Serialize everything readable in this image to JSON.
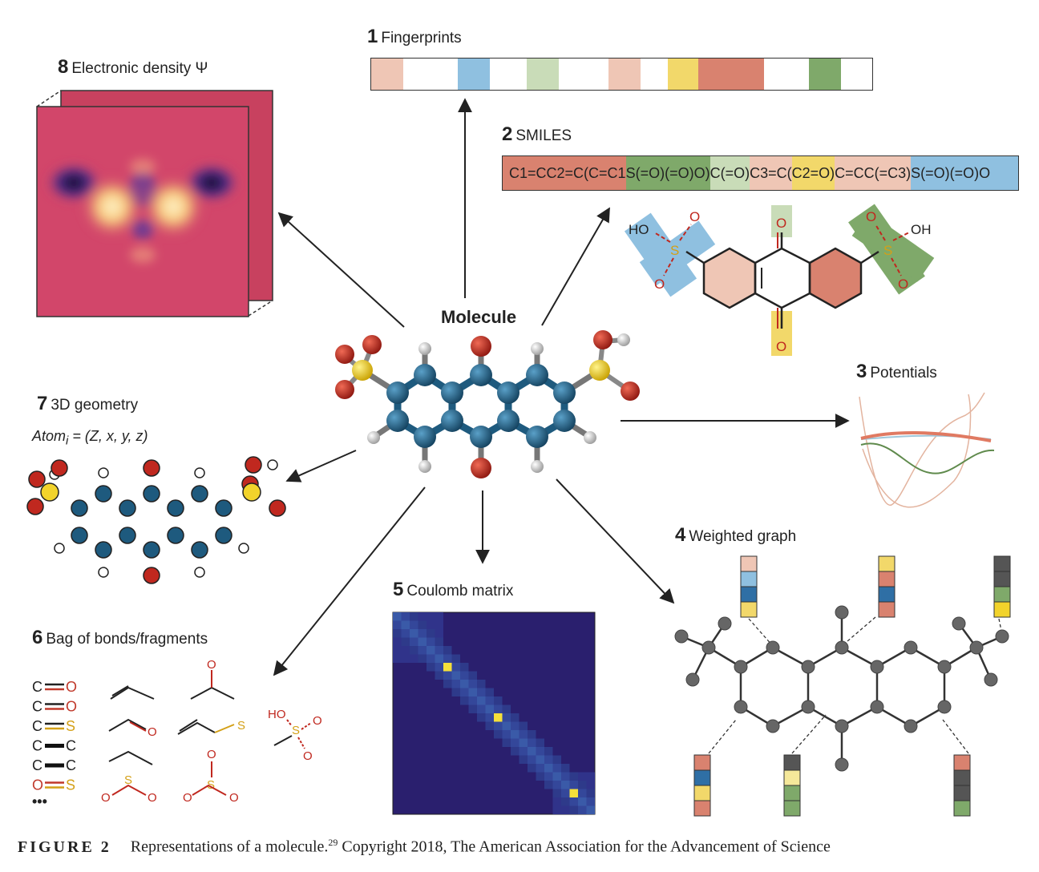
{
  "labels": {
    "fingerprints": {
      "num": "1",
      "text": "Fingerprints"
    },
    "smiles": {
      "num": "2",
      "text": "SMILES"
    },
    "potentials": {
      "num": "3",
      "text": "Potentials"
    },
    "weighted_graph": {
      "num": "4",
      "text": "Weighted graph"
    },
    "coulomb": {
      "num": "5",
      "text": "Coulomb matrix"
    },
    "bag": {
      "num": "6",
      "text": "Bag of bonds/fragments"
    },
    "geometry": {
      "num": "7",
      "text": "3D geometry"
    },
    "density": {
      "num": "8",
      "text": "Electronic density Ψ"
    }
  },
  "molecule_title": "Molecule",
  "atom_formula": "Atom",
  "atom_formula_sub": "i",
  "atom_formula_rest": " = (Z, x, y, z)",
  "smiles_segments": [
    {
      "text": "C1=CC2=C(C=C1",
      "color": "#d9826f"
    },
    {
      "text": "S(=O)(=O)O)",
      "color": "#7fa96a"
    },
    {
      "text": "C(=O)",
      "color": "#c9dcb8"
    },
    {
      "text": "C3=C(",
      "color": "#efc6b5"
    },
    {
      "text": "C2=O)",
      "color": "#f2d86a"
    },
    {
      "text": "C=CC(=C3)",
      "color": "#efc6b5"
    },
    {
      "text": "S(=O)(=O)O",
      "color": "#8fc0e0"
    }
  ],
  "fingerprint_cells": [
    {
      "w": 40,
      "color": "#efc6b5"
    },
    {
      "w": 68,
      "color": "#ffffff"
    },
    {
      "w": 40,
      "color": "#8fc0e0"
    },
    {
      "w": 46,
      "color": "#ffffff"
    },
    {
      "w": 40,
      "color": "#c9dcb8"
    },
    {
      "w": 62,
      "color": "#ffffff"
    },
    {
      "w": 40,
      "color": "#efc6b5"
    },
    {
      "w": 34,
      "color": "#ffffff"
    },
    {
      "w": 38,
      "color": "#f2d86a"
    },
    {
      "w": 82,
      "color": "#d9826f"
    },
    {
      "w": 56,
      "color": "#ffffff"
    },
    {
      "w": 40,
      "color": "#7fa96a"
    },
    {
      "w": 39,
      "color": "#ffffff"
    }
  ],
  "fragments": {
    "bonds": [
      {
        "a": "C",
        "b": "O",
        "type": "double",
        "ca": "#222",
        "cb": "#c0392b"
      },
      {
        "a": "C",
        "b": "O",
        "type": "double",
        "ca": "#222",
        "cb": "#c0392b"
      },
      {
        "a": "C",
        "b": "S",
        "type": "double",
        "ca": "#222",
        "cb": "#d4a017"
      },
      {
        "a": "C",
        "b": "C",
        "type": "single",
        "ca": "#222",
        "cb": "#222"
      },
      {
        "a": "C",
        "b": "C",
        "type": "single",
        "ca": "#222",
        "cb": "#222"
      },
      {
        "a": "O",
        "b": "S",
        "type": "double",
        "ca": "#c0392b",
        "cb": "#d4a017"
      }
    ],
    "more": "•••",
    "atom_O": "O",
    "atom_S": "S",
    "group_HO": "HO"
  },
  "smiles_drawing": {
    "HO_left": "HO",
    "OH_right": "OH",
    "O": "O",
    "S": "S"
  },
  "caption": {
    "figure": "FIGURE 2",
    "text": "Representations of a molecule.",
    "ref": "29",
    "rest": " Copyright 2018, The American Association for the Advancement of Science"
  },
  "colors": {
    "carbon": "#1e5a7e",
    "oxygen": "#c0281f",
    "sulfur": "#f2d32b",
    "hydrogen": "#e8e8e8",
    "density_bg": "#d2466a",
    "coulomb_bg": "#2a1f6e"
  }
}
